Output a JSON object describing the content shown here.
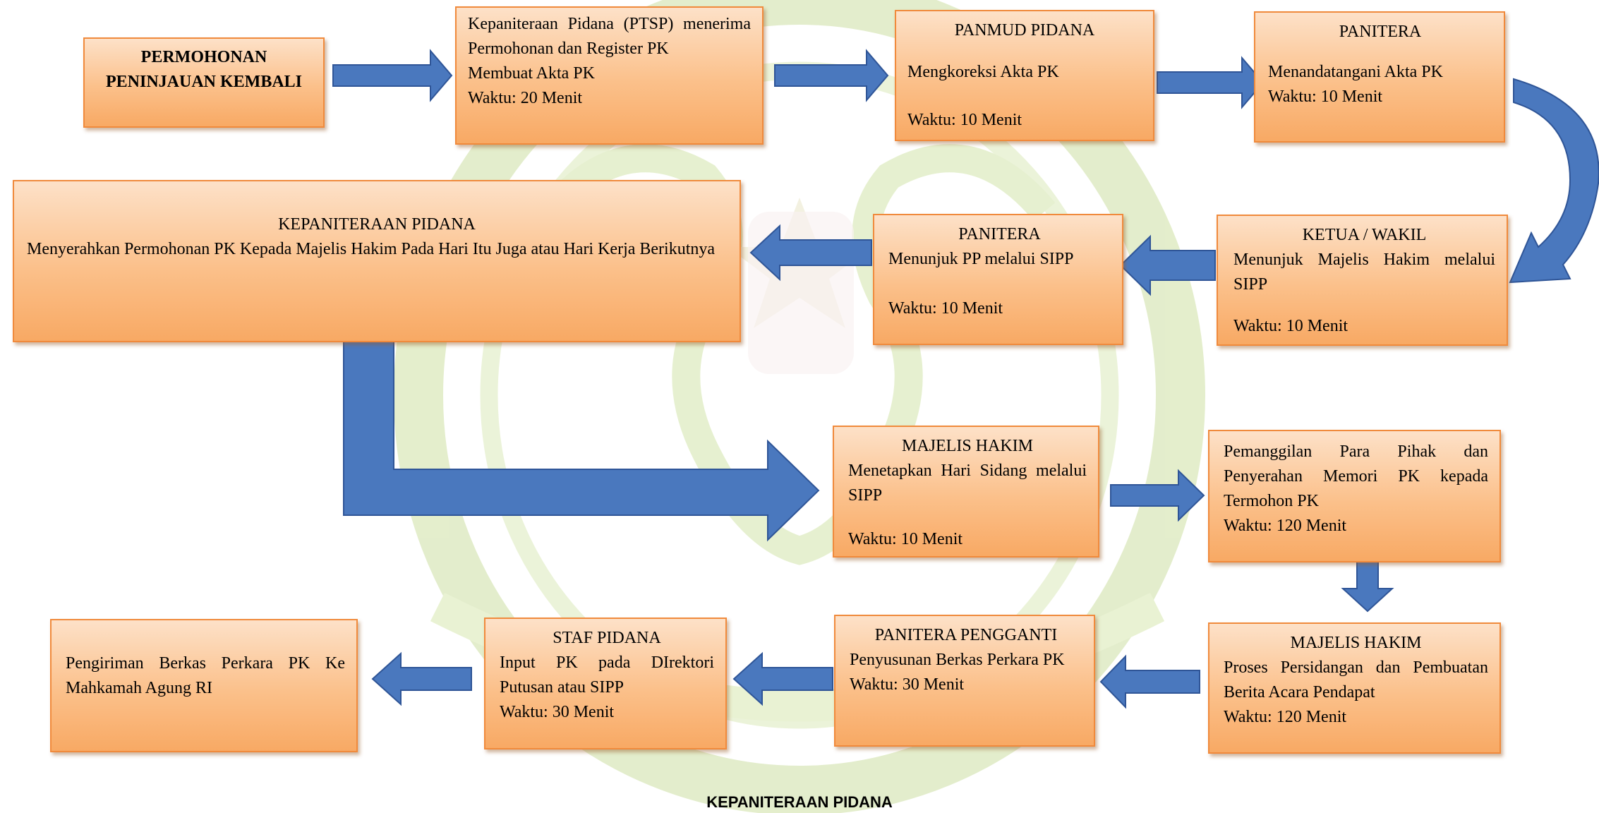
{
  "colors": {
    "box_top": "#fde1c8",
    "box_bottom": "#f8a964",
    "box_border": "#f08a3c",
    "arrow_fill": "#4a78be",
    "arrow_stroke": "#2f5597",
    "watermark": "#c9dd9a"
  },
  "boxes": {
    "permohonan": {
      "title": "PERMOHONAN PENINJAUAN KEMBALI"
    },
    "kepaniteraan_ptsp": {
      "line1": "Kepaniteraan Pidana (PTSP) menerima Permohonan dan Register PK",
      "line2": "Membuat Akta PK",
      "time": "Waktu: 20 Menit"
    },
    "panmud": {
      "title": "PANMUD PIDANA",
      "task": "Mengkoreksi Akta PK",
      "time": "Waktu: 10 Menit"
    },
    "panitera1": {
      "title": "PANITERA",
      "task": "Menandatangani Akta PK",
      "time": "Waktu: 10 Menit"
    },
    "ketua": {
      "title": "KETUA / WAKIL",
      "task": "Menunjuk Majelis Hakim melalui SIPP",
      "time": "Waktu: 10 Menit"
    },
    "panitera2": {
      "title": "PANITERA",
      "task": "Menunjuk PP melalui SIPP",
      "time": "Waktu: 10 Menit"
    },
    "kepaniteraan_pidana": {
      "title": "KEPANITERAAN PIDANA",
      "task": "Menyerahkan Permohonan PK Kepada Majelis Hakim Pada Hari Itu Juga atau Hari Kerja Berikutnya"
    },
    "majelis1": {
      "title": "MAJELIS HAKIM",
      "task": "Menetapkan Hari Sidang melalui SIPP",
      "time": "Waktu: 10 Menit"
    },
    "pemanggilan": {
      "task": "Pemanggilan Para Pihak dan Penyerahan Memori PK kepada Termohon PK",
      "time": "Waktu: 120 Menit"
    },
    "majelis2": {
      "title": "MAJELIS HAKIM",
      "task": "Proses Persidangan dan Pembuatan Berita Acara Pendapat",
      "time": "Waktu: 120 Menit"
    },
    "panitera_pengganti": {
      "title": "PANITERA PENGGANTI",
      "task": "Penyusunan Berkas Perkara PK",
      "time": "Waktu: 30 Menit"
    },
    "staf": {
      "title": "STAF PIDANA",
      "task": "Input PK pada DIrektori Putusan atau SIPP",
      "time": "Waktu: 30 Menit"
    },
    "pengiriman": {
      "task": "Pengiriman Berkas Perkara PK Ke Mahkamah Agung RI"
    }
  },
  "footer": "KEPANITERAAN PIDANA"
}
